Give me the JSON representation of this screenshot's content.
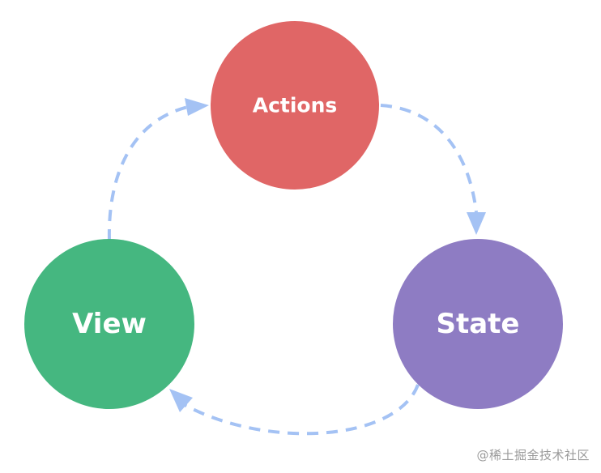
{
  "diagram": {
    "nodes": {
      "actions": {
        "label": "Actions",
        "color": "#e06666"
      },
      "state": {
        "label": "State",
        "color": "#8e7cc3"
      },
      "view": {
        "label": "View",
        "color": "#45b780"
      }
    },
    "edge_color": "#a4c2f4",
    "edges": [
      {
        "from": "view",
        "to": "actions"
      },
      {
        "from": "actions",
        "to": "state"
      },
      {
        "from": "state",
        "to": "view"
      }
    ]
  },
  "watermark": "@稀土掘金技术社区"
}
